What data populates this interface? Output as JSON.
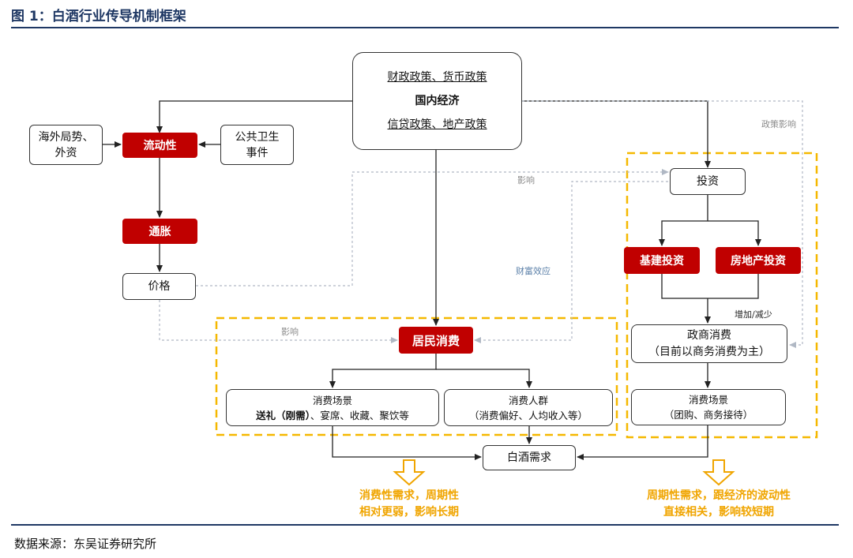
{
  "figure": {
    "title": "图 1：白酒行业传导机制框架",
    "source": "数据来源：东吴证券研究所"
  },
  "nodes": {
    "macro": {
      "line1": "财政政策、货币政策",
      "line2": "国内经济",
      "line3": "信贷政策、地产政策"
    },
    "overseas": {
      "line1": "海外局势、",
      "line2": "外资"
    },
    "public_health": {
      "line1": "公共卫生",
      "line2": "事件"
    },
    "liquidity": "流动性",
    "inflation": "通胀",
    "price": "价格",
    "resident_consumption": "居民消费",
    "consumption_scene": {
      "line1": "消费场景",
      "line2_bold": "送礼（刚需）",
      "line2_rest": "、宴席、收藏、聚饮等",
      "line2_open": "（"
    },
    "consumer_group": {
      "line1": "消费人群",
      "line2": "（消费偏好、人均收入等）"
    },
    "baijiu_demand": "白酒需求",
    "investment": "投资",
    "infrastructure": "基建投资",
    "real_estate": "房地产投资",
    "gov_business": {
      "line1": "政商消费",
      "line2": "（目前以商务消费为主）"
    },
    "gov_scene": {
      "line1": "消费场景",
      "line2": "（团购、商务接待）"
    }
  },
  "labels": {
    "policy_impact": "政策影响",
    "impact_top": "影响",
    "impact_mid": "影响",
    "wealth_effect": "财富效应",
    "increase_decrease": "增加/减少"
  },
  "conclusions": {
    "left": {
      "line1": "消费性需求，周期性",
      "line2": "相对更弱，影响长期"
    },
    "right": {
      "line1": "周期性需求，跟经济的波动性",
      "line2": "直接相关，影响较短期"
    }
  },
  "colors": {
    "accent_red": "#c00000",
    "dashed_orange": "#f5b800",
    "arrow_orange": "#f0a500",
    "title_navy": "#1f3864"
  }
}
